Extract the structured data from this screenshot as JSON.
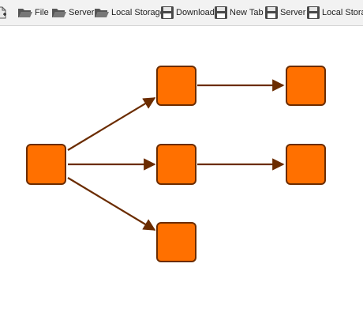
{
  "toolbar": {
    "items": [
      {
        "label": "",
        "icon": "new-file-icon"
      },
      {
        "label": "File",
        "icon": "folder-open-icon"
      },
      {
        "label": "Server",
        "icon": "folder-open-icon"
      },
      {
        "label": "Local Storage",
        "icon": "folder-open-icon"
      },
      {
        "label": "Download",
        "icon": "floppy-disk-icon"
      },
      {
        "label": "New Tab",
        "icon": "floppy-disk-icon"
      },
      {
        "label": "Server",
        "icon": "floppy-disk-icon"
      },
      {
        "label": "Local Storage",
        "icon": "floppy-disk-icon"
      }
    ]
  },
  "diagram": {
    "node_fill": "#ff7000",
    "node_stroke": "#6b2c00",
    "edge_color": "#6b2c00",
    "nodes": [
      "n0",
      "n1",
      "n2",
      "n3",
      "n4",
      "n5"
    ],
    "edges": [
      [
        "n0",
        "n1"
      ],
      [
        "n0",
        "n2"
      ],
      [
        "n0",
        "n3"
      ],
      [
        "n1",
        "n4"
      ],
      [
        "n2",
        "n5"
      ]
    ]
  }
}
